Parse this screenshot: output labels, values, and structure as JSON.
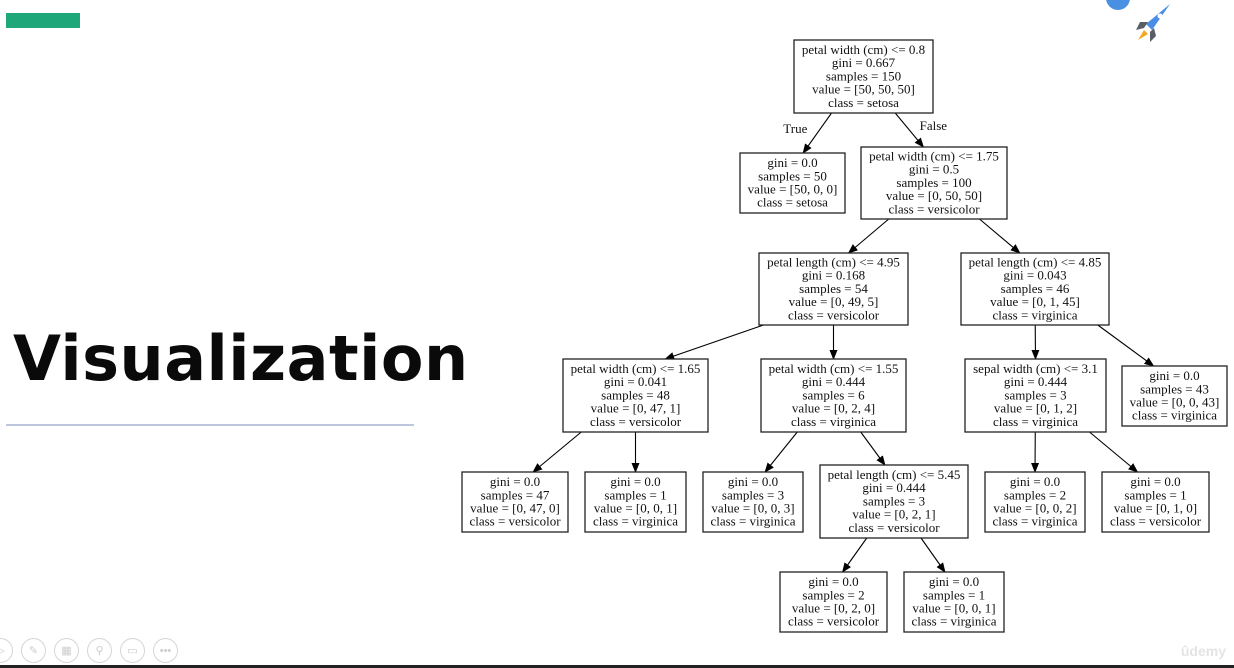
{
  "slide": {
    "title": "Visualization",
    "accent_color": "#1ea87a",
    "watermark": "ûdemy"
  },
  "toolbar": {
    "icons": [
      "play-icon",
      "pen-icon",
      "slides-icon",
      "zoom-icon",
      "subtitles-icon",
      "more-icon"
    ]
  },
  "tree": {
    "nodes": [
      {
        "id": "root",
        "lines": [
          "petal width (cm) <= 0.8",
          "gini = 0.667",
          "samples = 150",
          "value = [50, 50, 50]",
          "class = setosa"
        ]
      },
      {
        "id": "n1",
        "lines": [
          "gini = 0.0",
          "samples = 50",
          "value = [50, 0, 0]",
          "class = setosa"
        ]
      },
      {
        "id": "n2",
        "lines": [
          "petal width (cm) <= 1.75",
          "gini = 0.5",
          "samples = 100",
          "value = [0, 50, 50]",
          "class = versicolor"
        ]
      },
      {
        "id": "n3",
        "lines": [
          "petal length (cm) <= 4.95",
          "gini = 0.168",
          "samples = 54",
          "value = [0, 49, 5]",
          "class = versicolor"
        ]
      },
      {
        "id": "n4",
        "lines": [
          "petal length (cm) <= 4.85",
          "gini = 0.043",
          "samples = 46",
          "value = [0, 1, 45]",
          "class = virginica"
        ]
      },
      {
        "id": "n5",
        "lines": [
          "petal width (cm) <= 1.65",
          "gini = 0.041",
          "samples = 48",
          "value = [0, 47, 1]",
          "class = versicolor"
        ]
      },
      {
        "id": "n6",
        "lines": [
          "petal width (cm) <= 1.55",
          "gini = 0.444",
          "samples = 6",
          "value = [0, 2, 4]",
          "class = virginica"
        ]
      },
      {
        "id": "n7",
        "lines": [
          "sepal width (cm) <= 3.1",
          "gini = 0.444",
          "samples = 3",
          "value = [0, 1, 2]",
          "class = virginica"
        ]
      },
      {
        "id": "n8",
        "lines": [
          "gini = 0.0",
          "samples = 43",
          "value = [0, 0, 43]",
          "class = virginica"
        ]
      },
      {
        "id": "n9",
        "lines": [
          "gini = 0.0",
          "samples = 47",
          "value = [0, 47, 0]",
          "class = versicolor"
        ]
      },
      {
        "id": "n10",
        "lines": [
          "gini = 0.0",
          "samples = 1",
          "value = [0, 0, 1]",
          "class = virginica"
        ]
      },
      {
        "id": "n11",
        "lines": [
          "gini = 0.0",
          "samples = 3",
          "value = [0, 0, 3]",
          "class = virginica"
        ]
      },
      {
        "id": "n12",
        "lines": [
          "petal length (cm) <= 5.45",
          "gini = 0.444",
          "samples = 3",
          "value = [0, 2, 1]",
          "class = versicolor"
        ]
      },
      {
        "id": "n13",
        "lines": [
          "gini = 0.0",
          "samples = 2",
          "value = [0, 0, 2]",
          "class = virginica"
        ]
      },
      {
        "id": "n14",
        "lines": [
          "gini = 0.0",
          "samples = 1",
          "value = [0, 1, 0]",
          "class = versicolor"
        ]
      },
      {
        "id": "n15",
        "lines": [
          "gini = 0.0",
          "samples = 2",
          "value = [0, 2, 0]",
          "class = versicolor"
        ]
      },
      {
        "id": "n16",
        "lines": [
          "gini = 0.0",
          "samples = 1",
          "value = [0, 0, 1]",
          "class = virginica"
        ]
      }
    ],
    "edges": [
      {
        "from": "root",
        "to": "n1",
        "label": "True"
      },
      {
        "from": "root",
        "to": "n2",
        "label": "False"
      },
      {
        "from": "n2",
        "to": "n3"
      },
      {
        "from": "n2",
        "to": "n4"
      },
      {
        "from": "n3",
        "to": "n5"
      },
      {
        "from": "n3",
        "to": "n6"
      },
      {
        "from": "n4",
        "to": "n7"
      },
      {
        "from": "n4",
        "to": "n8"
      },
      {
        "from": "n5",
        "to": "n9"
      },
      {
        "from": "n5",
        "to": "n10"
      },
      {
        "from": "n6",
        "to": "n11"
      },
      {
        "from": "n6",
        "to": "n12"
      },
      {
        "from": "n7",
        "to": "n13"
      },
      {
        "from": "n7",
        "to": "n14"
      },
      {
        "from": "n12",
        "to": "n15"
      },
      {
        "from": "n12",
        "to": "n16"
      }
    ]
  }
}
